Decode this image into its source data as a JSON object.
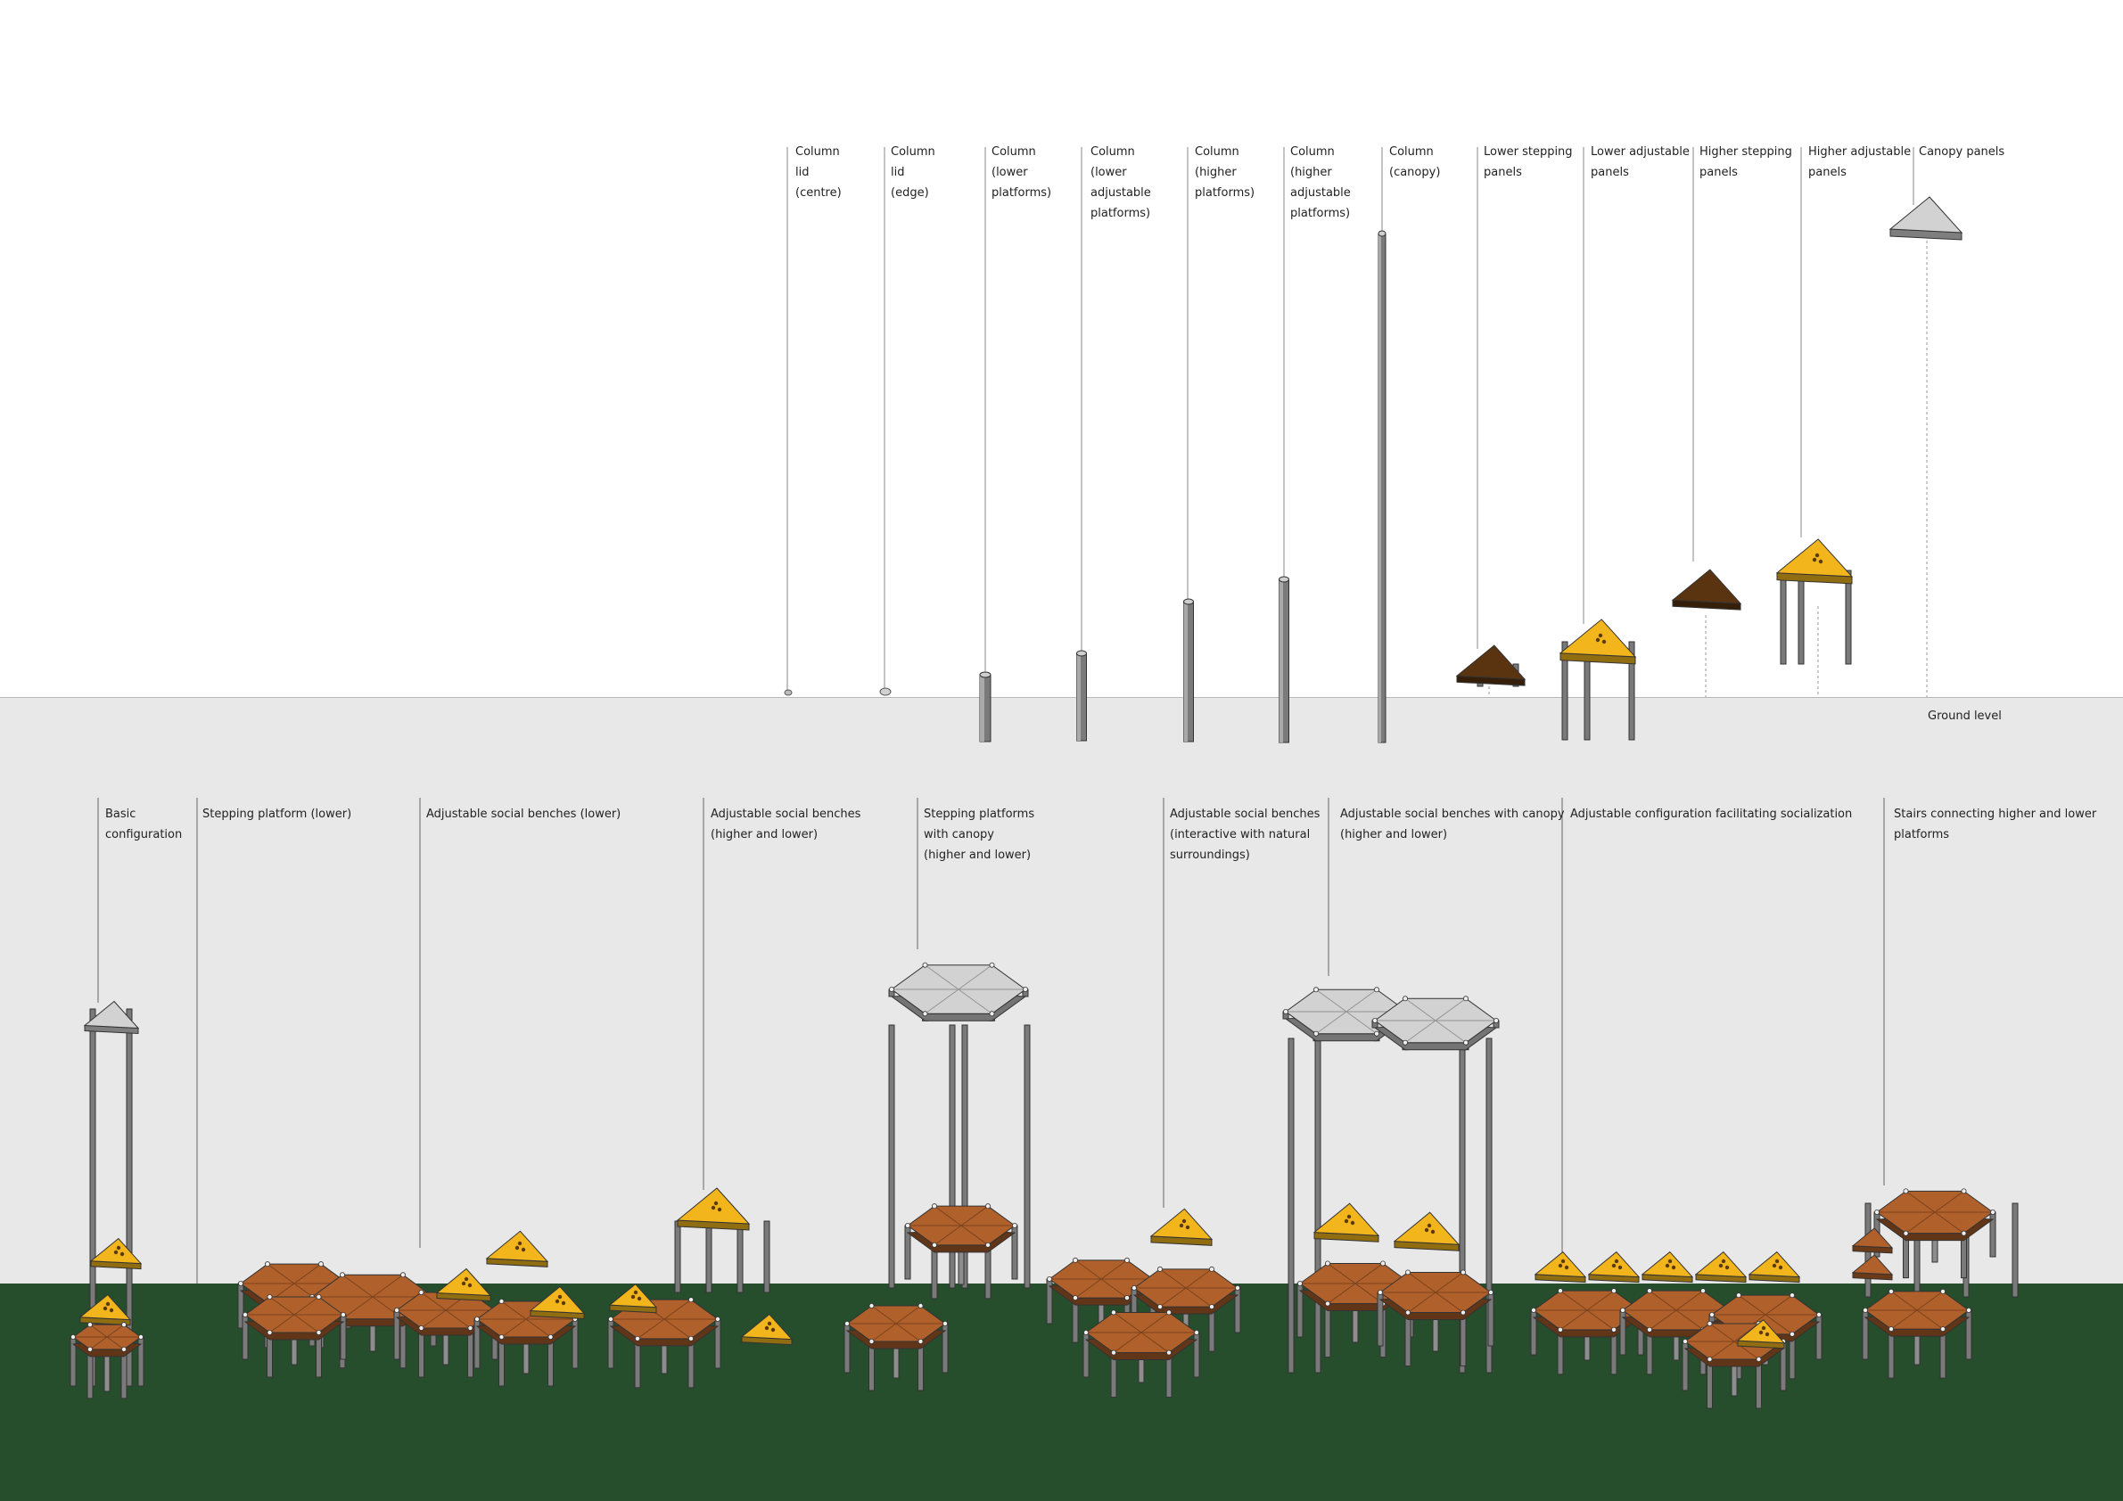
{
  "components": [
    {
      "id": "column-lid-centre",
      "text": "Column\nlid\n(centre)"
    },
    {
      "id": "column-lid-edge",
      "text": "Column\nlid\n(edge)"
    },
    {
      "id": "column-lower-platforms",
      "text": "Column\n(lower\nplatforms)"
    },
    {
      "id": "column-lower-adjustable-platforms",
      "text": "Column\n(lower\nadjustable\nplatforms)"
    },
    {
      "id": "column-higher-platforms",
      "text": "Column\n(higher\nplatforms)"
    },
    {
      "id": "column-higher-adjustable-platforms",
      "text": "Column\n(higher\nadjustable\nplatforms)"
    },
    {
      "id": "column-canopy",
      "text": "Column\n(canopy)"
    },
    {
      "id": "lower-stepping-panels",
      "text": "Lower stepping\npanels"
    },
    {
      "id": "lower-adjustable-panels",
      "text": "Lower adjustable\npanels"
    },
    {
      "id": "higher-stepping-panels",
      "text": "Higher stepping\npanels"
    },
    {
      "id": "higher-adjustable-panels",
      "text": "Higher adjustable\npanels"
    },
    {
      "id": "canopy-panels",
      "text": "Canopy panels"
    }
  ],
  "ground_label": "Ground level",
  "configurations": [
    {
      "id": "basic-configuration",
      "text": "Basic\nconfiguration"
    },
    {
      "id": "stepping-platform-lower",
      "text": "Stepping platform (lower)"
    },
    {
      "id": "adjustable-social-benches-lower",
      "text": "Adjustable social benches (lower)"
    },
    {
      "id": "adjustable-social-benches-higher-lower",
      "text": "Adjustable social benches\n(higher and lower)"
    },
    {
      "id": "stepping-platforms-canopy",
      "text": "Stepping platforms\nwith canopy\n(higher and lower)"
    },
    {
      "id": "adjustable-benches-natural",
      "text": "Adjustable social benches\n(interactive with natural\nsurroundings)"
    },
    {
      "id": "adjustable-benches-canopy",
      "text": "Adjustable social benches with canopy\n(higher and lower)"
    },
    {
      "id": "adjustable-socialization",
      "text": "Adjustable configuration facilitating socialization"
    },
    {
      "id": "stairs-higher-lower",
      "text": "Stairs connecting higher and lower\nplatforms"
    }
  ],
  "colors": {
    "wood": "#b0602a",
    "yellow": "#f2b51c",
    "dark_panel": "#5a3410",
    "canopy_grey": "#d2d2d2",
    "column_grey": "#7a7a7a",
    "ground_band": "#e8e8e8",
    "grass": "#254d2c"
  }
}
